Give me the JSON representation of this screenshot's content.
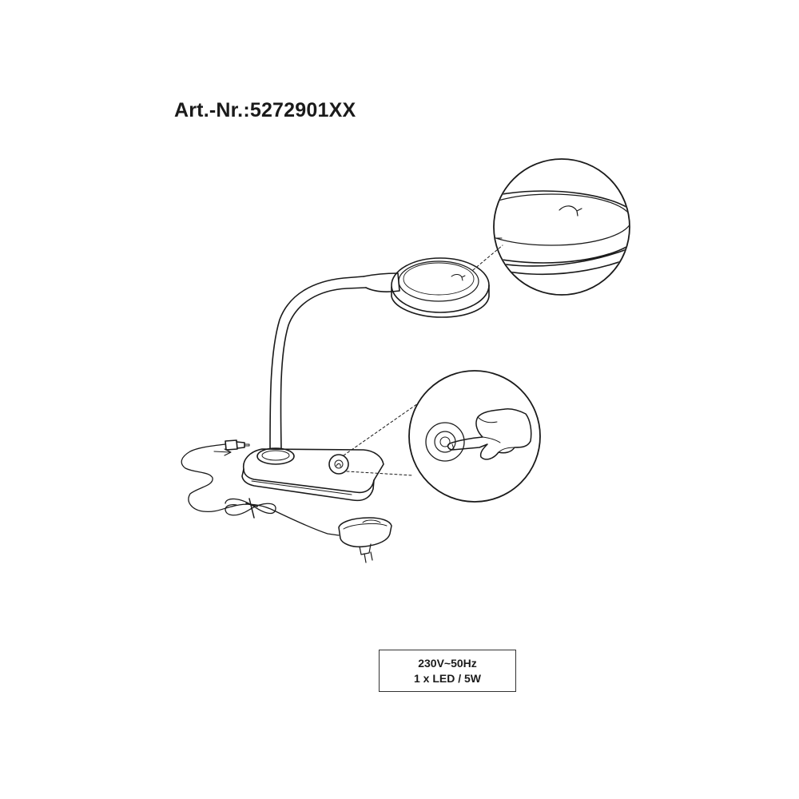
{
  "document": {
    "article_number": "Art.-Nr.:5272901XX"
  },
  "spec": {
    "voltage": "230V~50Hz",
    "lamp": "1 x LED / 5W"
  },
  "colors": {
    "line": "#1a1a1a",
    "background": "#ffffff"
  }
}
